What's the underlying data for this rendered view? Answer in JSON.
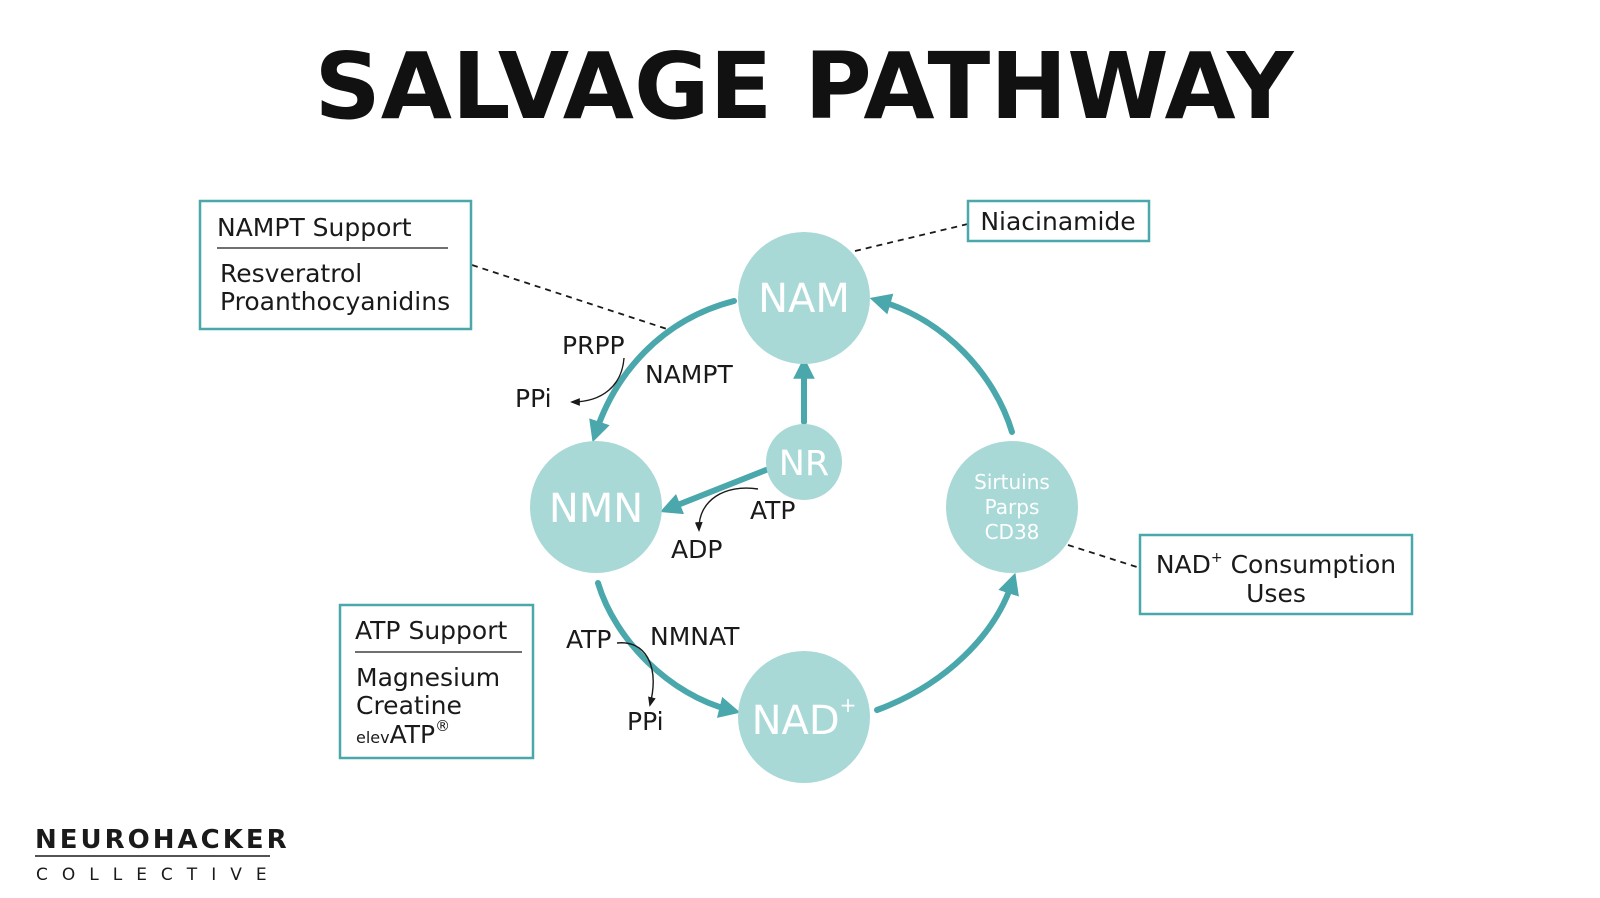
{
  "title": "SALVAGE PATHWAY",
  "colors": {
    "node_fill": "#a8d9d7",
    "accent": "#4aa7ab",
    "text": "#1a1a1a"
  },
  "nodes": {
    "nam": "NAM",
    "nmn": "NMN",
    "nr": "NR",
    "nad": "NAD",
    "nad_sup": "+",
    "consumers": [
      "Sirtuins",
      "Parps",
      "CD38"
    ]
  },
  "reactions": {
    "nampt": {
      "enzyme": "NAMPT",
      "input": "PRPP",
      "output": "PPi"
    },
    "nr_kinase": {
      "input": "ATP",
      "output": "ADP"
    },
    "nmnat": {
      "enzyme": "NMNAT",
      "input": "ATP",
      "output": "PPi"
    }
  },
  "callouts": {
    "nampt_support": {
      "title": "NAMPT Support",
      "items": [
        "Resveratrol",
        "Proanthocyanidins"
      ]
    },
    "niacinamide": "Niacinamide",
    "nad_consumption": {
      "prefix": "NAD",
      "sup": "+",
      "line1_rest": " Consumption",
      "line2": "Uses"
    },
    "atp_support": {
      "title": "ATP Support",
      "items": [
        "Magnesium",
        "Creatine"
      ],
      "brand_prefix": "elev",
      "brand_main": "ATP",
      "brand_mark": "®"
    }
  },
  "logo": {
    "name": "NEUROHACKER",
    "sub": "COLLECTIVE"
  }
}
